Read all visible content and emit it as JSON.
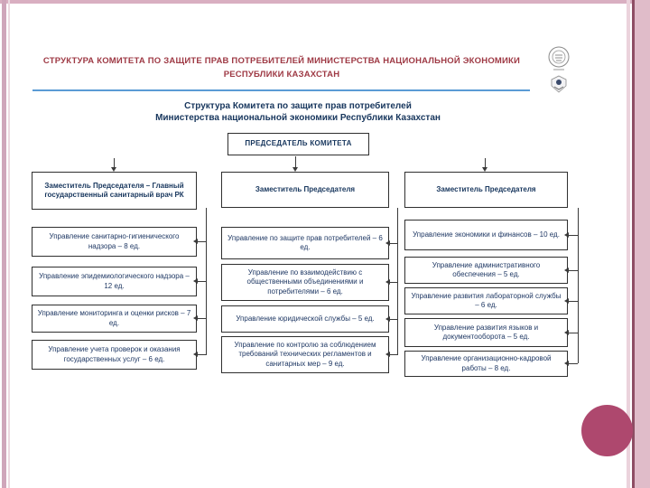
{
  "slide": {
    "title": "СТРУКТУРА КОМИТЕТА ПО ЗАЩИТЕ ПРАВ ПОТРЕБИТЕЛЕЙ МИНИСТЕРСТВА НАЦИОНАЛЬНОЙ ЭКОНОМИКИ РЕСПУБЛИКИ КАЗАХСТАН",
    "subtitle_line1": "Структура Комитета по защите прав потребителей",
    "subtitle_line2": "Министерства национальной экономики Республики Казахстан"
  },
  "org_chart": {
    "root": "ПРЕДСЕДАТЕЛЬ КОМИТЕТА",
    "columns": [
      {
        "header": "Заместитель Председателя – Главный государственный санитарный врач РК",
        "boxes": [
          "Управление санитарно-гигиенического надзора – 8 ед.",
          "Управление эпидемиологического надзора – 12 ед.",
          "Управление мониторинга и оценки рисков – 7 ед.",
          "Управление учета проверок и оказания государственных услуг – 6 ед."
        ]
      },
      {
        "header": "Заместитель Председателя",
        "boxes": [
          "Управление по защите прав потребителей – 6 ед.",
          "Управление по взаимодействию с общественными объединениями и потребителями – 6 ед.",
          "Управление юридической службы – 5 ед.",
          "Управление по контролю за соблюдением требований технических регламентов и санитарных мер – 9 ед."
        ]
      },
      {
        "header": "Заместитель Председателя",
        "boxes": [
          "Управление экономики и финансов – 10 ед.",
          "Управление административного обеспечения – 5 ед.",
          "Управление развития лабораторной службы – 6 ед.",
          "Управление развития языков и документооборота – 5 ед.",
          "Управление организационно-кадровой работы – 8 ед."
        ]
      }
    ]
  },
  "colors": {
    "title_red": "#9E3944",
    "navy": "#17365D",
    "box_text": "#1F3864",
    "rule_blue": "#5B9BD5",
    "circle_pink": "#AE486E",
    "edge_pink": "#CFA6BA",
    "edge_pink_light": "#ECD9E0",
    "band_pink": "#E0BCC9",
    "band_maroon": "#8E4E64",
    "top_band_pink": "#D9AFC1"
  }
}
